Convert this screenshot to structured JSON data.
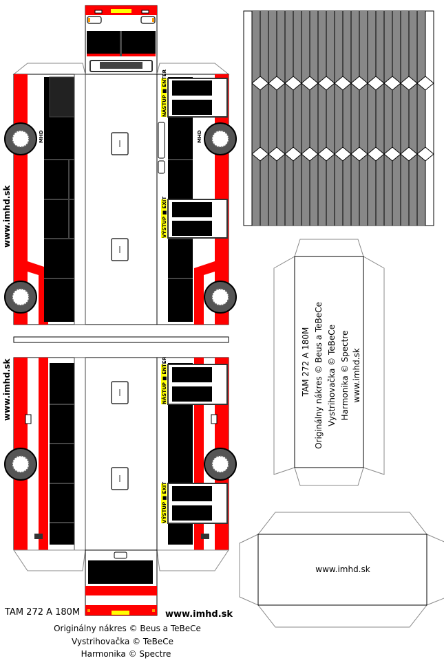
{
  "model_name": "TAM 272 A 180M",
  "website": "www.imhd.sk",
  "credits": {
    "original": "Originálny nákres © Beus  a TeBeCe",
    "cutout": "Vystrihovačka © TeBeCe",
    "accordion": "Harmonika © Spectre"
  },
  "door_labels": {
    "enter": "NÁSTUP ■ ENTER",
    "exit": "VÝSTUP ■ EXIT"
  },
  "side_logo": "MHD",
  "colors": {
    "body_red": "#ff0000",
    "window_black": "#000000",
    "frame_grey": "#404040",
    "accordion_grey": "#808080",
    "label_yellow": "#ffff00",
    "indicator_orange": "#ff9900"
  }
}
